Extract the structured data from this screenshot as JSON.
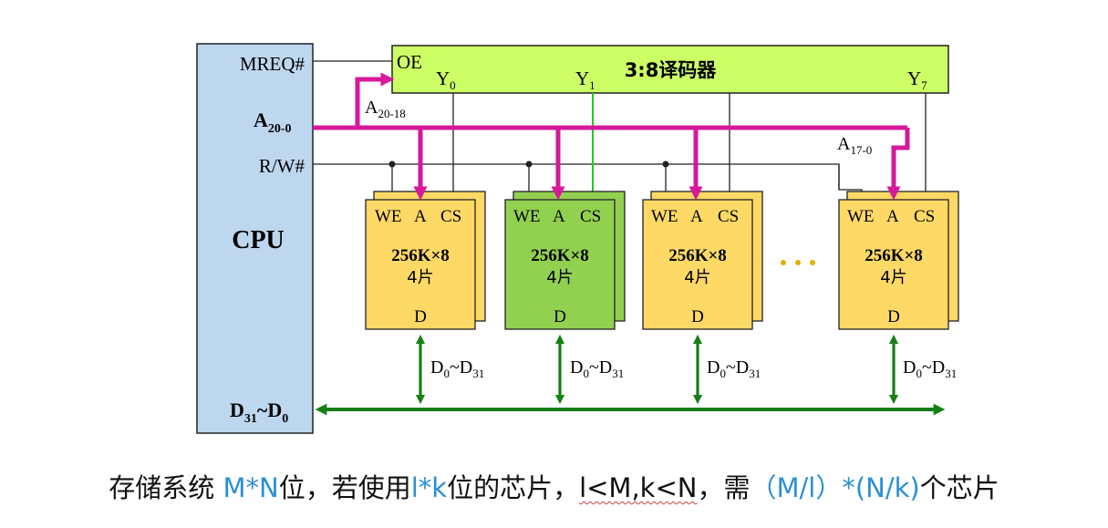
{
  "cpu": {
    "title": "CPU",
    "signal_mreq": "MREQ#",
    "signal_addr": "A",
    "signal_addr_sub": "20-0",
    "signal_rw": "R/W#",
    "data_bus_label": "D",
    "data_bus_sub1": "31",
    "data_bus_tilde": "~D",
    "data_bus_sub2": "0"
  },
  "decoder": {
    "title": "3:8译码器",
    "enable": "OE",
    "outputs": [
      {
        "label": "Y",
        "sub": "0"
      },
      {
        "label": "Y",
        "sub": "1"
      },
      {
        "label": "Y",
        "sub": "7"
      }
    ]
  },
  "bus_labels": {
    "a_high": "A",
    "a_high_sub": "20-18",
    "a_low": "A",
    "a_low_sub": "17-0"
  },
  "chip_groups": [
    {
      "pins": [
        "WE",
        "A",
        "CS"
      ],
      "size": "256K×8",
      "count": "4片",
      "data_pin": "D",
      "data_label": "D",
      "data_sub1": "0",
      "data_mid": "~D",
      "data_sub2": "31",
      "selected": false
    },
    {
      "pins": [
        "WE",
        "A",
        "CS"
      ],
      "size": "256K×8",
      "count": "4片",
      "data_pin": "D",
      "data_label": "D",
      "data_sub1": "0",
      "data_mid": "~D",
      "data_sub2": "31",
      "selected": true
    },
    {
      "pins": [
        "WE",
        "A",
        "CS"
      ],
      "size": "256K×8",
      "count": "4片",
      "data_pin": "D",
      "data_label": "D",
      "data_sub1": "0",
      "data_mid": "~D",
      "data_sub2": "31",
      "selected": false
    },
    {
      "pins": [
        "WE",
        "A",
        "CS"
      ],
      "size": "256K×8",
      "count": "4片",
      "data_pin": "D",
      "data_label": "D",
      "data_sub1": "0",
      "data_mid": "~D",
      "data_sub2": "31",
      "selected": false
    }
  ],
  "colors": {
    "cpu_fill": "#bdd7ee",
    "decoder_fill": "#ccff66",
    "chip_fill": "#ffd966",
    "chip_selected_fill": "#92d050",
    "addr_bus": "#d6189a",
    "data_bus": "#168016",
    "select_line": "#22cc22",
    "ellipsis": "#e0b000"
  },
  "caption": {
    "p1": "存储系统 ",
    "h1": "M*N",
    "p2": "位，若使用",
    "h2": "l*k",
    "p3": "位的芯片，",
    "p4": "l<M,k<N",
    "p5": "，需",
    "h3": "（M/l）*(N/k)",
    "p6": "个芯片"
  }
}
